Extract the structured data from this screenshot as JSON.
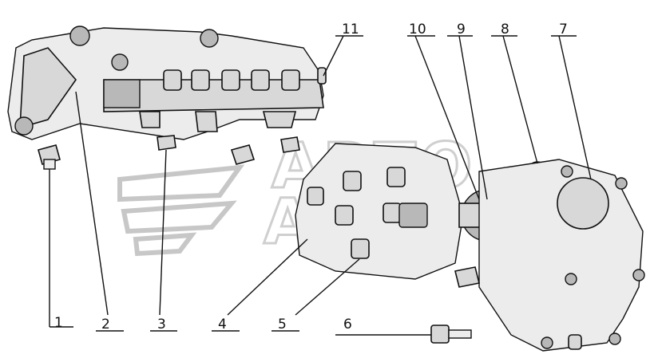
{
  "callouts": [
    {
      "id": "1",
      "label": "1"
    },
    {
      "id": "2",
      "label": "2"
    },
    {
      "id": "3",
      "label": "3"
    },
    {
      "id": "4",
      "label": "4"
    },
    {
      "id": "5",
      "label": "5"
    },
    {
      "id": "6",
      "label": "6"
    },
    {
      "id": "7",
      "label": "7"
    },
    {
      "id": "8",
      "label": "8"
    },
    {
      "id": "9",
      "label": "9"
    },
    {
      "id": "10",
      "label": "10"
    },
    {
      "id": "11",
      "label": "11"
    }
  ],
  "watermark": {
    "text": "ABTO",
    "line2": "ABTO"
  }
}
